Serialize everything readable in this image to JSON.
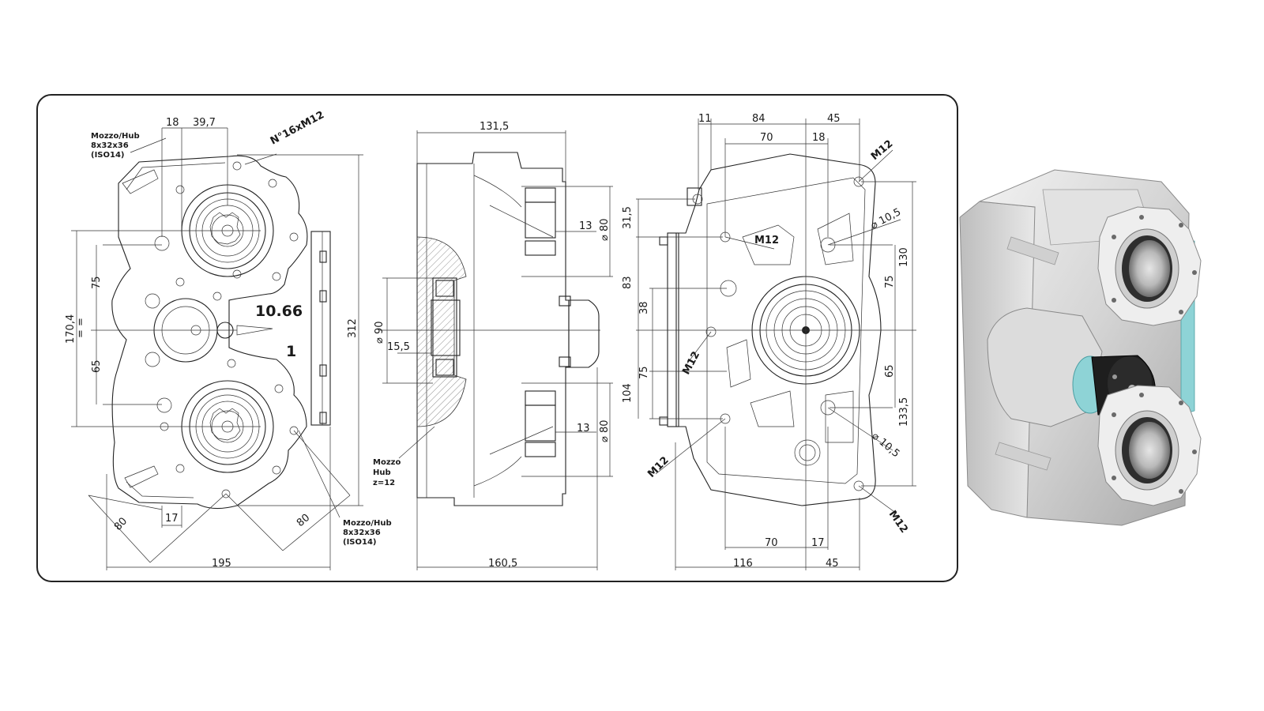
{
  "front_view": {
    "hub_top": [
      "Mozzo/Hub",
      "8x32x36",
      "(ISO14)"
    ],
    "hub_bottom": [
      "Mozzo/Hub",
      "8x32x36",
      "(ISO14)"
    ],
    "bolt_callout": "N°16xM12",
    "ratio_top": "10.66",
    "ratio_bottom": "1",
    "dims": {
      "d18": "18",
      "d39_7": "39,7",
      "d75": "75",
      "d170_4": "170,4",
      "eq": "= =",
      "d65": "65",
      "d312": "312",
      "d80_left": "80",
      "d17": "17",
      "d80_right": "80",
      "d195": "195"
    }
  },
  "side_view": {
    "hub": [
      "Mozzo",
      "Hub",
      "z=12"
    ],
    "dims": {
      "d131_5": "131,5",
      "d13_top": "13",
      "d80_top": "⌀ 80",
      "d90": "⌀ 90",
      "d15_5": "15,5",
      "d13_bottom": "13",
      "d80_bottom": "⌀ 80",
      "d160_5": "160,5"
    }
  },
  "rear_view": {
    "dims": {
      "d11": "11",
      "d84": "84",
      "d45_top": "45",
      "d70_top": "70",
      "d18": "18",
      "m12_tr": "M12",
      "d31_5": "31,5",
      "m12_mid": "M12",
      "d10_5_top": "⌀ 10,5",
      "d130": "130",
      "d83": "83",
      "d75_right": "75",
      "d38": "38",
      "d104": "104",
      "m12_left": "M12",
      "d75_left": "75",
      "d65": "65",
      "d133_5": "133,5",
      "d10_5_bottom": "⌀ 10,5",
      "m12_bl": "M12",
      "m12_br": "M12",
      "d70_bottom": "70",
      "d17": "17",
      "d116": "116",
      "d45_bottom": "45"
    }
  }
}
